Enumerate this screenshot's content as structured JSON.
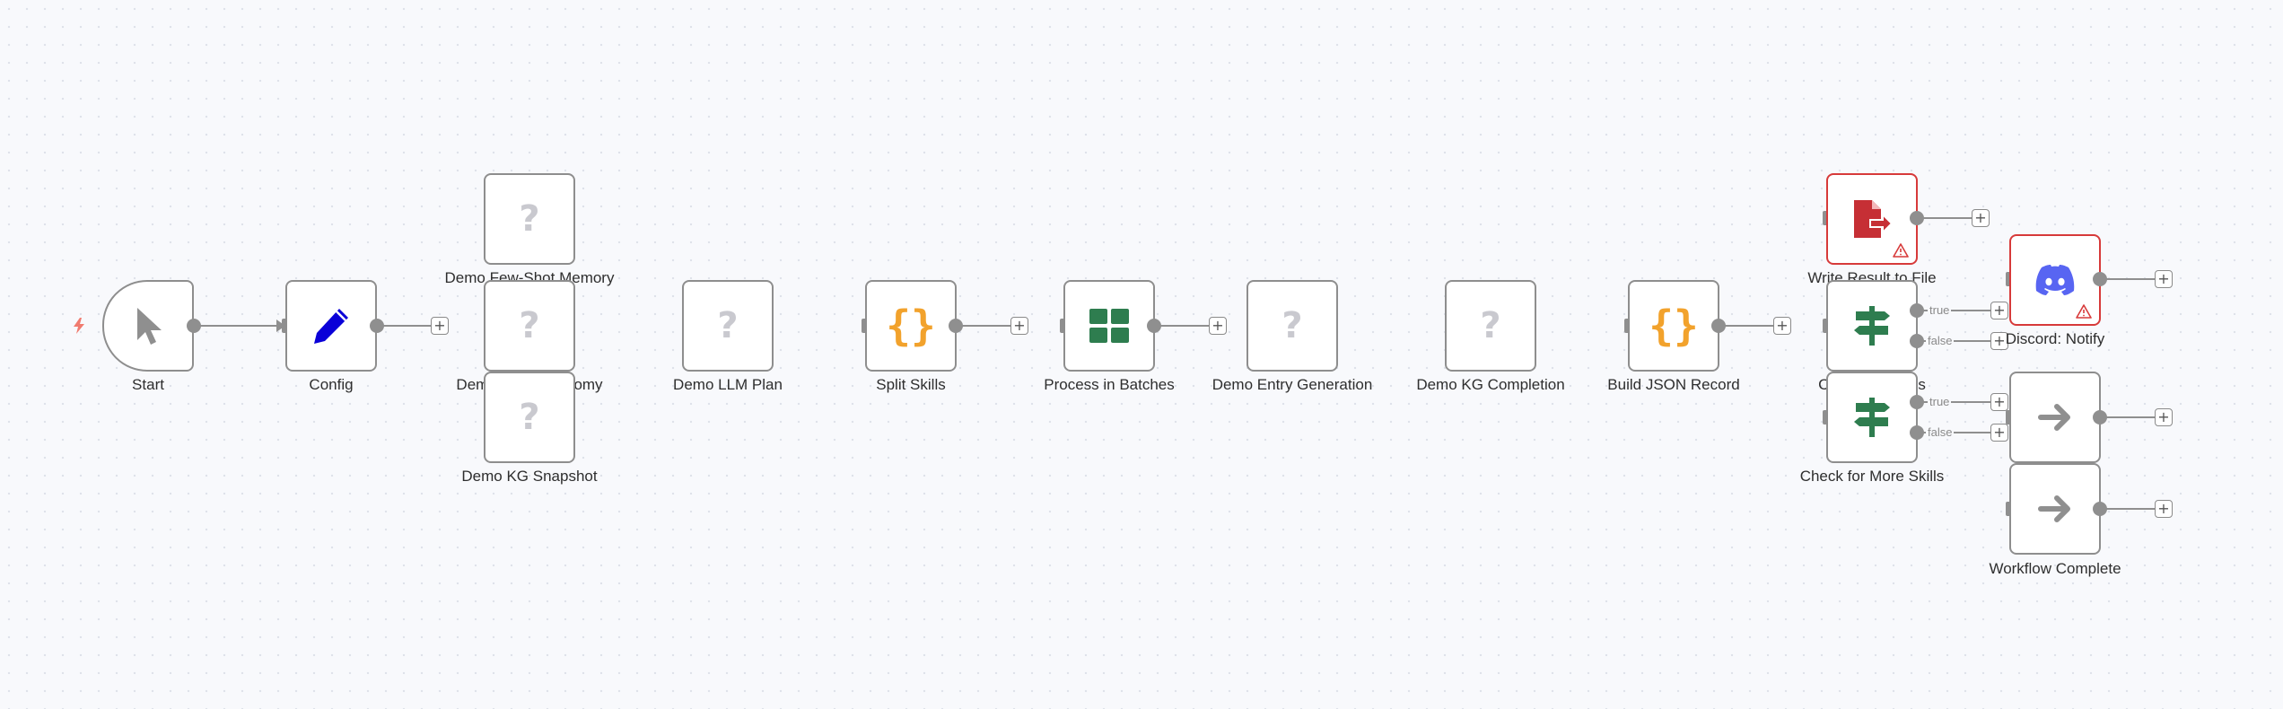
{
  "nodes": {
    "start": {
      "label": "Start",
      "icon": "cursor-icon"
    },
    "config": {
      "label": "Config",
      "icon": "pencil-icon"
    },
    "demo_few_shot_memory": {
      "label": "Demo Few-Shot Memory",
      "icon": "unknown-icon"
    },
    "demo_taxonomy": {
      "label": "Demo Skill Taxonomy",
      "icon": "unknown-icon"
    },
    "demo_kg_snapshot": {
      "label": "Demo KG Snapshot",
      "icon": "unknown-icon"
    },
    "demo_llm_plan": {
      "label": "Demo LLM Plan",
      "icon": "unknown-icon"
    },
    "split_skills": {
      "label": "Split Skills",
      "icon": "code-braces-icon"
    },
    "process_in_batches": {
      "label": "Process in Batches",
      "icon": "grid-icon"
    },
    "demo_entry_generation": {
      "label": "Demo Entry Generation",
      "icon": "unknown-icon"
    },
    "demo_kg_completion": {
      "label": "Demo KG Completion",
      "icon": "unknown-icon"
    },
    "build_json_record": {
      "label": "Build JSON Record",
      "icon": "code-braces-icon"
    },
    "write_result_to_file": {
      "label": "Write Result to File",
      "icon": "file-write-icon"
    },
    "discord_notify": {
      "label": "Discord: Notify",
      "icon": "discord-icon"
    },
    "check_if_valid": {
      "label": "Check if Valid is",
      "icon": "signpost-icon"
    },
    "check_more_skills": {
      "label": "Check for More Skills",
      "icon": "signpost-icon"
    },
    "continue_node": {
      "label": "",
      "icon": "arrow-right-icon"
    },
    "workflow_complete": {
      "label": "Workflow Complete",
      "icon": "arrow-right-icon"
    }
  },
  "branches": {
    "true_label": "true",
    "false_label": "false"
  },
  "add_button_label": "+",
  "unknown_glyph": "?",
  "braces_glyph": "{}",
  "colors": {
    "canvas_bg": "#f8f9fc",
    "node_border": "#8e8e8e",
    "error_border": "#d73a3a",
    "pencil": "#0a00d8",
    "braces": "#f2a22c",
    "green": "#2e7d4f",
    "discord": "#5865f2",
    "file_red": "#c62f35",
    "trigger_bolt": "#f07b6f"
  }
}
